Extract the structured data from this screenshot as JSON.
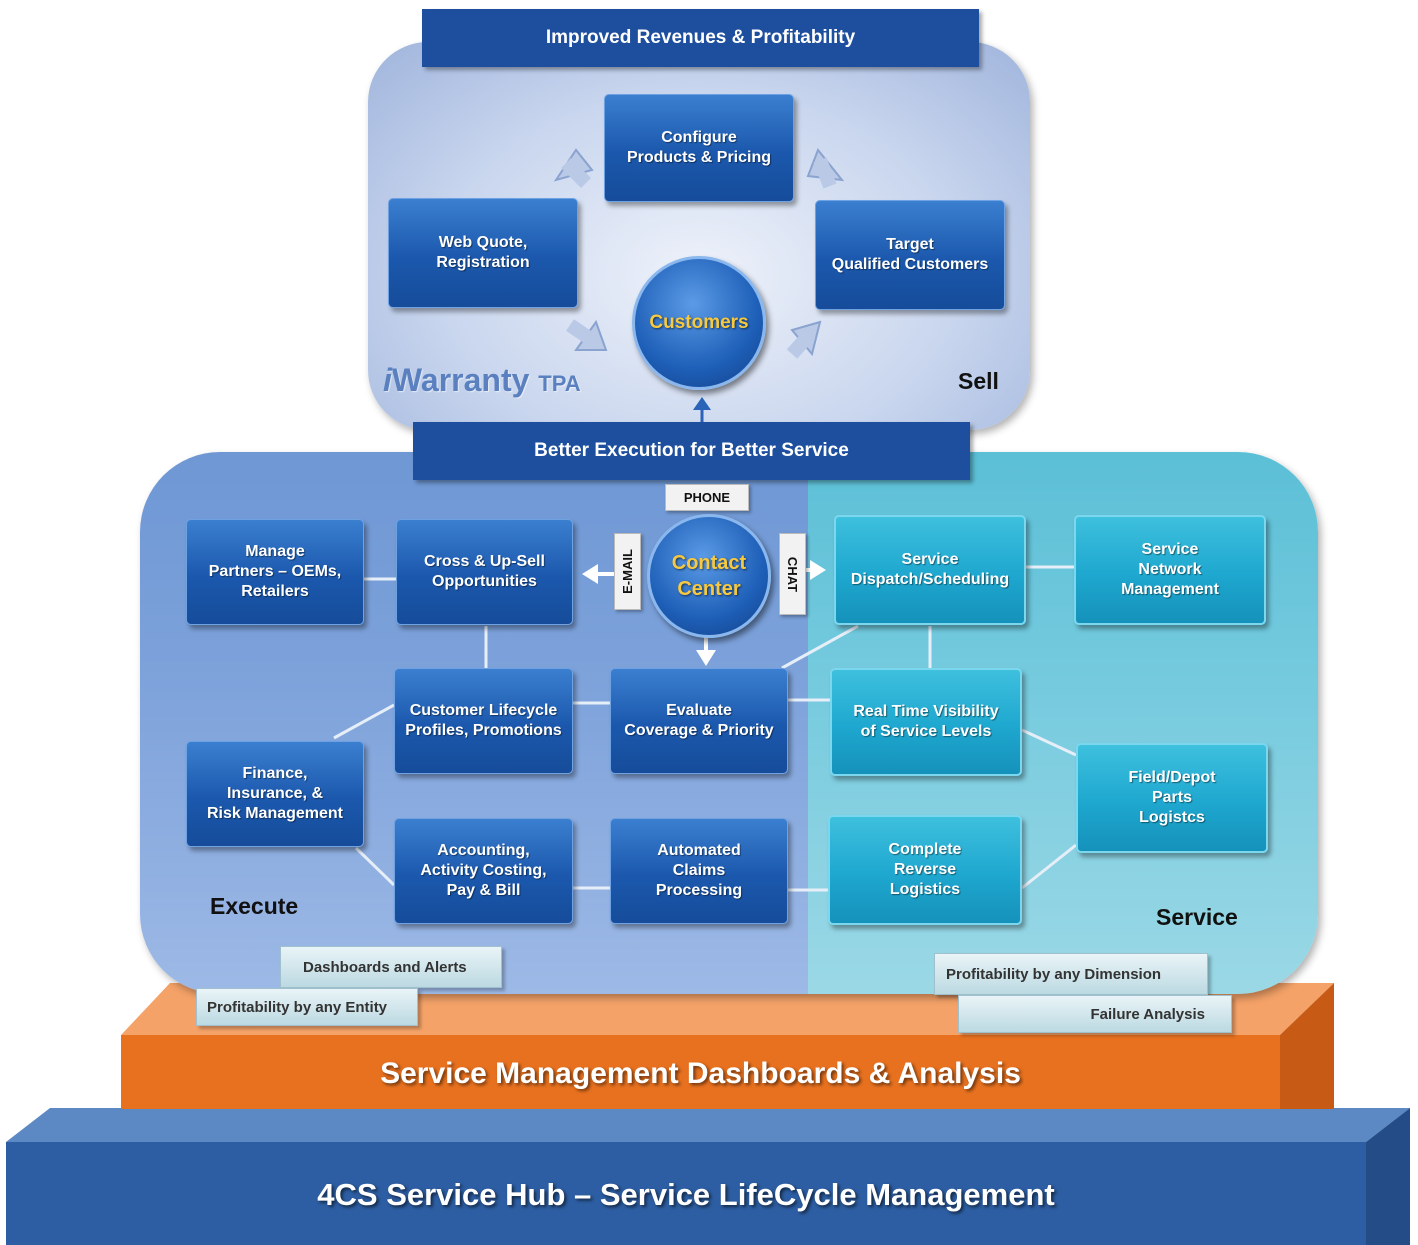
{
  "top_banner": "Improved Revenues & Profitability",
  "sell": {
    "label": "Sell",
    "brand_i": "i",
    "brand_name": "Warranty",
    "brand_suffix": "TPA",
    "boxes": {
      "configure": "Configure\nProducts &  Pricing",
      "web_quote": "Web Quote,\nRegistration",
      "target": "Target\nQualified Customers"
    },
    "center": "Customers"
  },
  "middle_banner": "Better Execution for Better Service",
  "execute": {
    "label": "Execute",
    "boxes": {
      "manage_partners": "Manage\nPartners – OEMs,\nRetailers",
      "cross_sell": "Cross & Up-Sell\nOpportunities",
      "customer_lifecycle": "Customer Lifecycle\nProfiles, Promotions",
      "evaluate": "Evaluate\nCoverage & Priority",
      "finance": "Finance,\nInsurance, &\nRisk Management",
      "accounting": "Accounting,\nActivity Costing,\nPay & Bill",
      "automated_claims": "Automated\nClaims\nProcessing"
    }
  },
  "contact_center": {
    "label": "Contact\nCenter",
    "phone": "PHONE",
    "email": "E-MAIL",
    "chat": "CHAT"
  },
  "service": {
    "label": "Service",
    "boxes": {
      "dispatch": "Service\nDispatch/Scheduling",
      "network": "Service\nNetwork\nManagement",
      "visibility": "Real Time Visibility\nof Service Levels",
      "field_depot": "Field/Depot\nParts\nLogistcs",
      "reverse": "Complete\nReverse\nLogistics"
    }
  },
  "tags": {
    "dashboards_alerts": "Dashboards and Alerts",
    "profit_entity": "Profitability by any Entity",
    "profit_dimension": "Profitability by any Dimension",
    "failure_analysis": "Failure Analysis"
  },
  "platform": {
    "dashboards": "Service Management Dashboards & Analysis",
    "hub": "4CS Service Hub – Service LifeCycle Management"
  },
  "colors": {
    "banner": "#1d4f9e",
    "box_blue": "#1b58ad",
    "box_teal": "#1ea7cf",
    "orange": "#e8711f",
    "hub_blue": "#2d5ea3",
    "gold_text": "#f6c940"
  }
}
